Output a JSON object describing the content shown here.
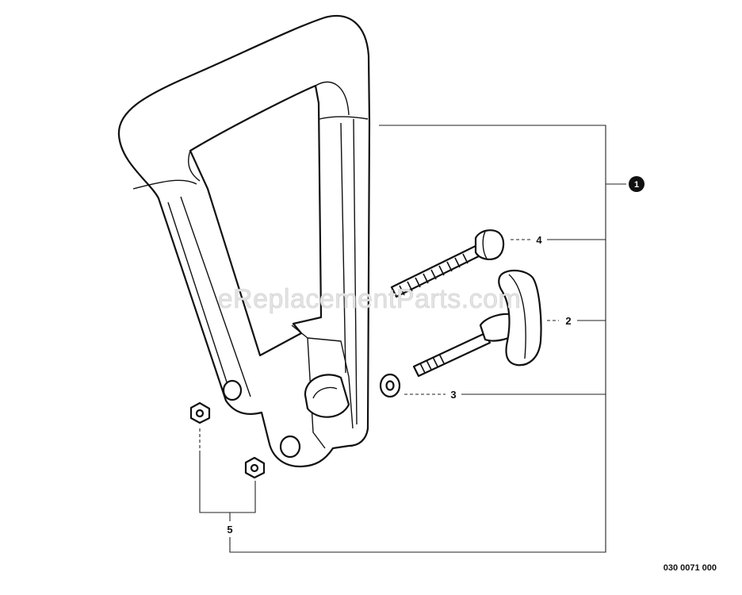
{
  "watermark": "eReplacementParts.com",
  "document_number": "030 0071 000",
  "callouts": {
    "assembly": "1",
    "bolt": "4",
    "t_handle_bolt": "2",
    "washer": "3",
    "nuts": "5"
  }
}
